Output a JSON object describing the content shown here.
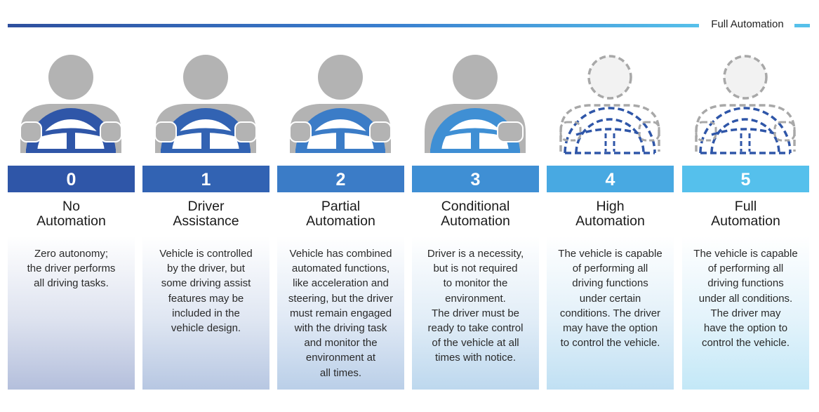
{
  "scale": {
    "label": "Full Automation",
    "colors": {
      "start": "#2e4f9e",
      "end": "#56c0ea"
    }
  },
  "levels": [
    {
      "number": "0",
      "title_line1": "No",
      "title_line2": "Automation",
      "description": [
        "Zero autonomy;",
        "the driver performs",
        "all driving tasks."
      ],
      "color": "#2f56a8",
      "figure": "driver-hands-on-wheel-icon"
    },
    {
      "number": "1",
      "title_line1": "Driver",
      "title_line2": "Assistance",
      "description": [
        "Vehicle is controlled",
        "by the driver, but",
        "some driving assist",
        "features may be",
        "included in the",
        "vehicle design."
      ],
      "color": "#3263b3",
      "figure": "driver-hands-on-wheel-icon"
    },
    {
      "number": "2",
      "title_line1": "Partial",
      "title_line2": "Automation",
      "description": [
        "Vehicle has combined",
        "automated functions,",
        "like acceleration and",
        "steering, but the driver",
        "must remain engaged",
        "with the driving task",
        "and monitor the",
        "environment at",
        "all times."
      ],
      "color": "#3b7cc7",
      "figure": "driver-hands-on-wheel-icon"
    },
    {
      "number": "3",
      "title_line1": "Conditional",
      "title_line2": "Automation",
      "description": [
        "Driver is a necessity,",
        "but is not required",
        "to monitor the",
        "environment.",
        "The driver must be",
        "ready to take control",
        "of the vehicle at all",
        "times with notice."
      ],
      "color": "#3f8fd4",
      "figure": "driver-hands-off-wheel-icon"
    },
    {
      "number": "4",
      "title_line1": "High",
      "title_line2": "Automation",
      "description": [
        "The vehicle is capable",
        "of performing all",
        "driving functions",
        "under certain",
        "conditions. The driver",
        "may have the option",
        "to control the vehicle."
      ],
      "color": "#48a9e2",
      "figure": "dashed-driver-outline-icon"
    },
    {
      "number": "5",
      "title_line1": "Full",
      "title_line2": "Automation",
      "description": [
        "The vehicle is capable",
        "of performing all",
        "driving functions",
        "under all conditions.",
        "The driver may",
        "have the option to",
        "control the vehicle."
      ],
      "color": "#55c0ec",
      "figure": "dashed-driver-outline-icon"
    }
  ]
}
